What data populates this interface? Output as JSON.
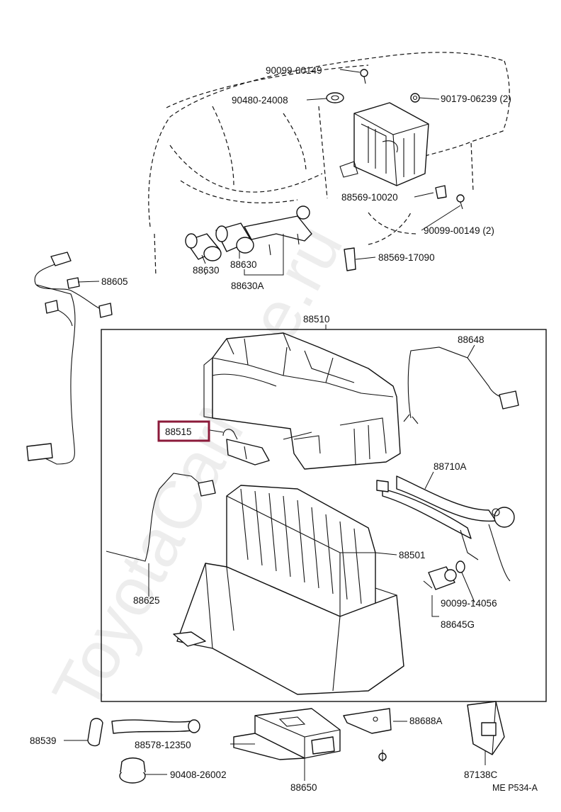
{
  "watermark": "ToyotaCarMine.ru",
  "labels": {
    "p90099_00149_top": "90099-00149",
    "p90480_24008": "90480-24008",
    "p90179_06239": "90179-06239 (2)",
    "p88569_10020": "88569-10020",
    "p90099_00149_2": "90099-00149 (2)",
    "p88569_17090": "88569-17090",
    "p88630_a": "88630",
    "p88630_b": "88630",
    "p88630A": "88630A",
    "p88605": "88605",
    "p88510": "88510",
    "p88648": "88648",
    "p88515": "88515",
    "p88710A": "88710A",
    "p88501": "88501",
    "p88625": "88625",
    "p90099_14056": "90099-14056",
    "p88645G": "88645G",
    "p88539": "88539",
    "p88578_12350": "88578-12350",
    "p88688A": "88688A",
    "p90408_26002": "90408-26002",
    "p88650": "88650",
    "p87138C": "87138C",
    "footer_code": "ME P534-A"
  },
  "highlight": {
    "part": "88515",
    "color": "#8b1a3a"
  }
}
